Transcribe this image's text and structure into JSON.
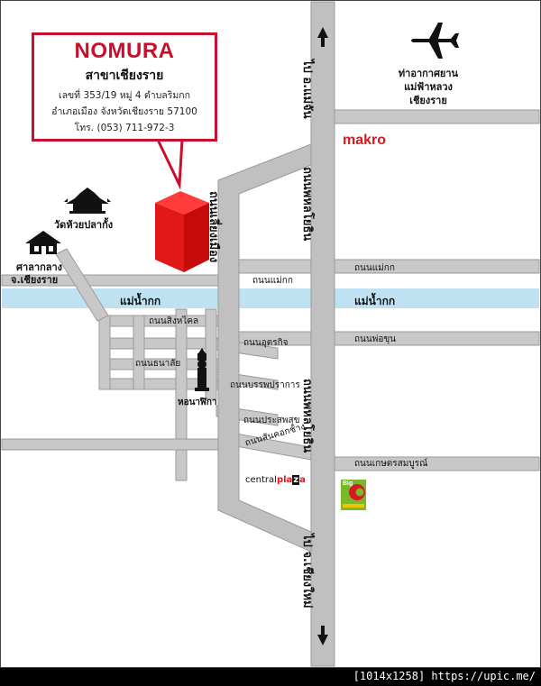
{
  "office": {
    "brand": "NOMURA",
    "branch": "สาขาเชียงราย",
    "address_line1": "เลขที่ 353/19 หมู่ 4 ตำบลริมกก",
    "address_line2": "อำเภอเมือง จังหวัดเชียงราย 57100",
    "phone": "โทร. (053) 711-972-3"
  },
  "landmarks": {
    "airport": [
      "ท่าอากาศยาน",
      "แม่ฟ้าหลวง",
      "เชียงราย"
    ],
    "temple": "วัดห้วยปลากั้ง",
    "city_hall": [
      "ศาลากลาง",
      "จ.เชียงราย"
    ],
    "clock_tower": "หอนาฬิกา",
    "makro": "makro",
    "central_plaza_pre": "central",
    "central_plaza_post": "pla",
    "central_plaza_z": "z",
    "central_plaza_end": "a",
    "bigc_big": "Big",
    "bigc_c": "C"
  },
  "roads": {
    "to_mae_chan": "ไป อ.แม่จัน",
    "to_chiang_mai": "ไป จ.เชียงใหม่",
    "phahonyothin_upper": "ถนนพหลโยธิน",
    "phahonyothin_lower": "ถนนพหลโยธิน",
    "bypass": "ถนนเลี่ยงเมือง",
    "maekok_west": "ถนนแม่กก",
    "maekok_east": "ถนนแม่กก",
    "singhaklai": "ถนนสิงหไคล",
    "thanalai": "ถนนธนาลัย",
    "uttarakit": "ถนนอุตรกิจ",
    "phokhun": "ถนนพ่อขุน",
    "banphaprakan": "ถนนบรรพปราการ",
    "prasopsuk": "ถนนประสพสุข",
    "sankhongnoi": "ถนนสันคอกช้าง",
    "kasetsomboon": "ถนนเกษตรสมบูรณ์"
  },
  "river": {
    "west": "แม่น้ำกก",
    "east": "แม่น้ำกก"
  },
  "footer": {
    "text": "[1014x1258] https://upic.me/"
  },
  "colors": {
    "road": "#c8c8c8",
    "road_edge": "#a9a9a9",
    "river": "#bfe2f2",
    "accent": "#c8102e"
  }
}
